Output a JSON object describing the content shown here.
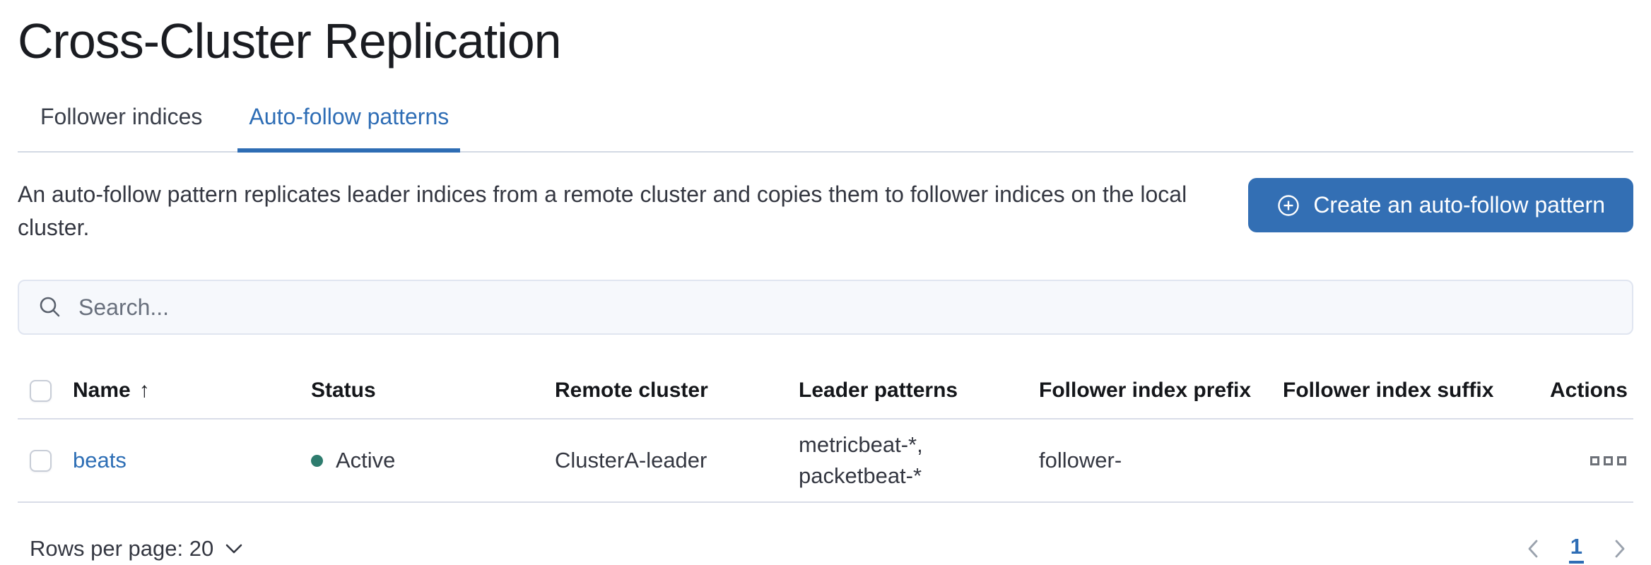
{
  "page": {
    "title": "Cross-Cluster Replication"
  },
  "tabs": {
    "items": [
      {
        "label": "Follower indices",
        "active": false
      },
      {
        "label": "Auto-follow patterns",
        "active": true
      }
    ]
  },
  "intro": {
    "description": "An auto-follow pattern replicates leader indices from a remote cluster and copies them to follower indices on the local cluster.",
    "create_button_label": "Create an auto-follow pattern",
    "create_button_icon": "plus-in-circle-icon"
  },
  "search": {
    "placeholder": "Search...",
    "value": "",
    "icon": "search-icon"
  },
  "table": {
    "columns": [
      "Name",
      "Status",
      "Remote cluster",
      "Leader patterns",
      "Follower index prefix",
      "Follower index suffix",
      "Actions"
    ],
    "sort": {
      "column": "Name",
      "direction": "ascending",
      "indicator": "↑"
    },
    "rows": [
      {
        "name": "beats",
        "status": "Active",
        "status_color": "#2e7c6e",
        "remote_cluster": "ClusterA-leader",
        "leader_patterns": "metricbeat-*, packetbeat-*",
        "follower_index_prefix": "follower-",
        "follower_index_suffix": "",
        "actions_icon": "boxes-horizontal-icon"
      }
    ]
  },
  "footer": {
    "rows_per_page_label": "Rows per page: 20",
    "pagination": {
      "previous_icon": "chevron-left-icon",
      "current_page": "1",
      "next_icon": "chevron-right-icon"
    }
  },
  "colors": {
    "accent_blue": "#2e6db5",
    "button_blue": "#336fb4",
    "status_active_green": "#2e7c6e",
    "divider": "#d9dde8",
    "text_dark": "#1a1c21",
    "text_body": "#343741",
    "search_background": "#f6f8fc"
  }
}
